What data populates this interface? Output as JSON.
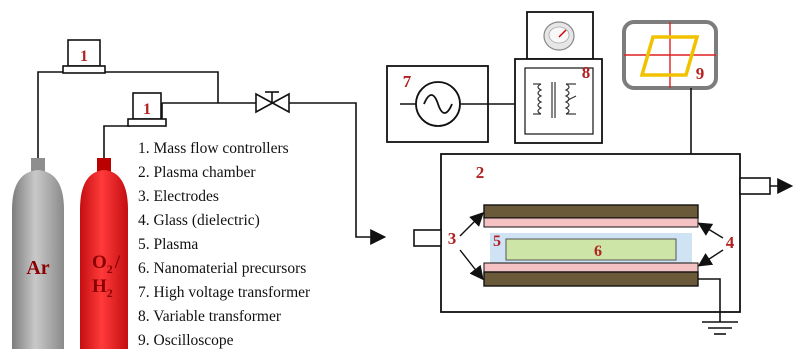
{
  "cylinders": {
    "argon": {
      "label": "Ar"
    },
    "reactive": {
      "label_line1": "O",
      "label_sub1": "2",
      "label_slash": "/",
      "label_line2": "H",
      "label_sub2": "2"
    }
  },
  "callouts": {
    "mfc_top": "1",
    "mfc_second": "1",
    "chamber": "2",
    "electrodes": "3",
    "glass": "4",
    "plasma": "5",
    "precursors": "6",
    "hv_transformer": "7",
    "variable_transformer": "8",
    "oscilloscope": "9"
  },
  "legend": [
    "1.  Mass flow controllers",
    "2.  Plasma chamber",
    "3.  Electrodes",
    "4.  Glass (dielectric)",
    "5.  Plasma",
    "6.  Nanomaterial precursors",
    "7.  High voltage transformer",
    "8.  Variable transformer",
    "9.  Oscilloscope"
  ],
  "colors": {
    "argon_cylinder": "#a8a8a8",
    "reactive_cylinder": "#e3161a",
    "callout_number": "#b22222",
    "electrode": "#6b5a3a",
    "glass": "#f4c2c2",
    "plasma": "#cfe3f5",
    "precursor": "#cde6a8",
    "oscilloscope_trace": "#f2c200",
    "oscilloscope_grid": "#e02020"
  }
}
